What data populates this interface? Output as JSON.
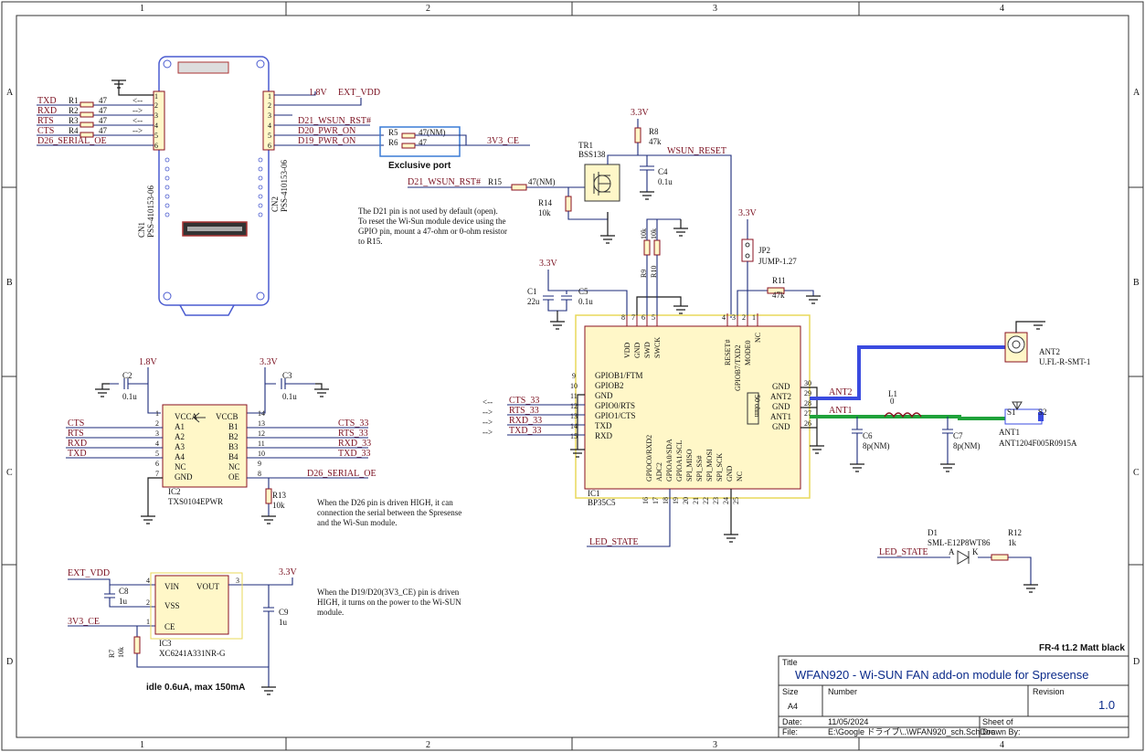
{
  "frame": {
    "columns": [
      "1",
      "2",
      "3",
      "4"
    ],
    "rows": [
      "A",
      "B",
      "C",
      "D"
    ]
  },
  "connectors": {
    "cn1_ref": "CN1",
    "cn1_part": "PSS-410153-06",
    "cn2_ref": "CN2",
    "cn2_part": "PSS-410153-06",
    "left_nets": [
      "TXD",
      "RXD",
      "RTS",
      "CTS",
      "D26_SERIAL_OE"
    ],
    "left_res": [
      {
        "ref": "R1",
        "val": "47"
      },
      {
        "ref": "R2",
        "val": "47"
      },
      {
        "ref": "R3",
        "val": "47"
      },
      {
        "ref": "R4",
        "val": "47"
      }
    ],
    "right_nets": [
      "D21_WSUN_RST#",
      "D20_PWR_ON",
      "D19_PWR_ON"
    ],
    "pins": [
      "1",
      "2",
      "3",
      "4",
      "5",
      "6"
    ]
  },
  "power": {
    "v18": "1.8V",
    "ext_vdd": "EXT_VDD",
    "v33": "3.3V",
    "v33_ce": "3V3_CE"
  },
  "exclusive": {
    "r5": "R5",
    "r5v": "47(NM)",
    "r6": "R6",
    "r6v": "47",
    "label": "Exclusive port"
  },
  "reset": {
    "tr_ref": "TR1",
    "tr_part": "BSS138",
    "r8": "R8",
    "r8v": "47k",
    "c4": "C4",
    "c4v": "0.1u",
    "net": "WSUN_RESET",
    "d21": "D21_WSUN_RST#",
    "r15": "R15",
    "r15v": "47(NM)",
    "r14": "R14",
    "r14v": "10k"
  },
  "notes": {
    "d21": [
      "The D21 pin is not used by default (open).",
      "To reset the Wi-Sun module device using the",
      "GPIO pin, mount a 47-ohm or 0-ohm resistor",
      "to R15."
    ],
    "d26": [
      "When the D26 pin is driven HIGH, it can",
      "connection the serial between the Spresense",
      "and the Wi-Sun module."
    ],
    "d19": [
      "When the D19/D20(3V3_CE) pin is driven",
      "HIGH, it turns on the power to the Wi-SUN",
      "module."
    ],
    "idle": "idle 0.6uA, max 150mA",
    "board": "FR-4 t1.2 Matt black"
  },
  "module": {
    "ref": "IC1",
    "part": "BP35C5",
    "c1": "C1",
    "c1v": "22u",
    "c5": "C5",
    "c5v": "0.1u",
    "r9": "R9",
    "r9v": "10k",
    "r10": "R10",
    "r10v": "10k",
    "jp2": "JP2",
    "jp2v": "JUMP-1.27",
    "r11": "R11",
    "r11v": "47k",
    "top_pins": [
      "VDD",
      "GND",
      "SWD",
      "SWCK"
    ],
    "top_nums": [
      "8",
      "7",
      "6",
      "5"
    ],
    "top_right_pins": [
      "RESET#",
      "GPIOB7/TXD2",
      "MODE0",
      "NC"
    ],
    "top_right_nums": [
      "4",
      "3",
      "2",
      "1"
    ],
    "left_pins": [
      "GPIOB1/FTM",
      "GPIOB2",
      "GND",
      "GPIO0/RTS",
      "GPIO1/CTS",
      "TXD",
      "RXD"
    ],
    "left_nums": [
      "9",
      "10",
      "11",
      "12",
      "13",
      "14",
      "15"
    ],
    "left_nets": [
      "CTS_33",
      "RTS_33",
      "RXD_33",
      "TXD_33"
    ],
    "right_pins": [
      "GND",
      "ANT2",
      "GND",
      "ANT1",
      "GND"
    ],
    "right_nums": [
      "30",
      "29",
      "28",
      "27",
      "26"
    ],
    "bottom_pins": [
      "GPIOC0/RXD2",
      "ADC2",
      "GPIOA0/SDA",
      "GPIOA1/SCL",
      "SPI_MISO",
      "SPI_SS#",
      "SPI_MOSI",
      "SPI_SCK",
      "GND",
      "NC"
    ],
    "bottom_nums": [
      "16",
      "17",
      "18",
      "19",
      "20",
      "21",
      "22",
      "23",
      "24",
      "25"
    ],
    "ohm": "50 ohm",
    "led_state": "LED_STATE"
  },
  "rf": {
    "l1": "L1",
    "l1v": "0",
    "c6": "C6",
    "c6v": "8p(NM)",
    "c7": "C7",
    "c7v": "8p(NM)",
    "ant1": "ANT1",
    "ant1_part": "ANT1204F005R0915A",
    "ant2": "ANT2",
    "ant2_part": "U.FL-R-SMT-1",
    "net_ant1": "ANT1",
    "net_ant2": "ANT2",
    "s1": "S1",
    "s2": "S2"
  },
  "level_shifter": {
    "ref": "IC2",
    "part": "TXS0104EPWR",
    "c2": "C2",
    "c2v": "0.1u",
    "c3": "C3",
    "c3v": "0.1u",
    "r13": "R13",
    "r13v": "10k",
    "left_pins": [
      "VCCA",
      "A1",
      "A2",
      "A3",
      "A4",
      "NC",
      "GND"
    ],
    "left_nums": [
      "1",
      "2",
      "3",
      "4",
      "5",
      "6",
      "7"
    ],
    "right_pins": [
      "VCCB",
      "B1",
      "B2",
      "B3",
      "B4",
      "NC",
      "OE"
    ],
    "right_nums": [
      "14",
      "13",
      "12",
      "11",
      "10",
      "9",
      "8"
    ],
    "left_nets": [
      "CTS",
      "RTS",
      "RXD",
      "TXD"
    ],
    "right_nets": [
      "CTS_33",
      "RTS_33",
      "RXD_33",
      "TXD_33"
    ],
    "oe_net": "D26_SERIAL_OE"
  },
  "regulator": {
    "ref": "IC3",
    "part": "XC6241A331NR-G",
    "pins": [
      "VIN",
      "VSS",
      "CE",
      "VOUT"
    ],
    "nums": [
      "4",
      "2",
      "1",
      "3"
    ],
    "c8": "C8",
    "c8v": "1u",
    "c9": "C9",
    "c9v": "1u",
    "r7": "R7",
    "r7v": "10k",
    "ext_vdd": "EXT_VDD",
    "ce_net": "3V3_CE",
    "out": "3.3V"
  },
  "led": {
    "ref": "D1",
    "part": "SML-E12P8WT86",
    "r12": "R12",
    "r12v": "1k",
    "net": "LED_STATE",
    "a": "A",
    "k": "K"
  },
  "title_block": {
    "title_label": "Title",
    "title": "WFAN920 - Wi-SUN FAN add-on module for Spresense",
    "size_label": "Size",
    "size": "A4",
    "number_label": "Number",
    "rev_label": "Revision",
    "rev": "1.0",
    "date_label": "Date:",
    "date": "11/05/2024",
    "sheet_label": "Sheet   of",
    "file_label": "File:",
    "file": "E:\\Google ドライブ\\..\\WFAN920_sch.SchDoc",
    "drawn_label": "Drawn By:"
  }
}
